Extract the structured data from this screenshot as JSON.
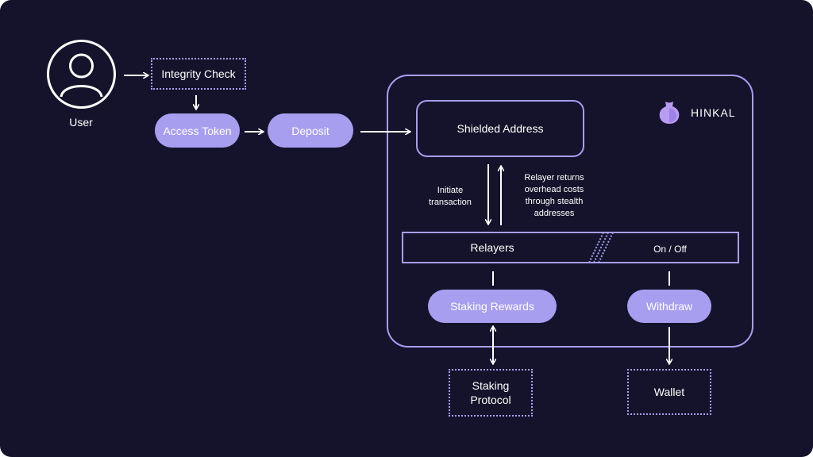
{
  "colors": {
    "background": "#14132b",
    "accent": "#a89ef0",
    "line": "#ffffff"
  },
  "user": {
    "label": "User",
    "icon": "user-avatar-icon"
  },
  "nodes": {
    "integrity_check": "Integrity Check",
    "access_token": "Access Token",
    "deposit": "Deposit",
    "shielded_address": "Shielded Address",
    "relayers": "Relayers",
    "on_off": "On / Off",
    "staking_rewards": "Staking Rewards",
    "withdraw": "Withdraw",
    "staking_protocol": "Staking Protocol",
    "wallet": "Wallet"
  },
  "brand": {
    "name": "HINKAL",
    "icon": "hinkal-logo-icon"
  },
  "annotations": {
    "initiate_transaction": "Initiate transaction",
    "relayer_returns": "Relayer returns overhead costs through stealth addresses"
  }
}
